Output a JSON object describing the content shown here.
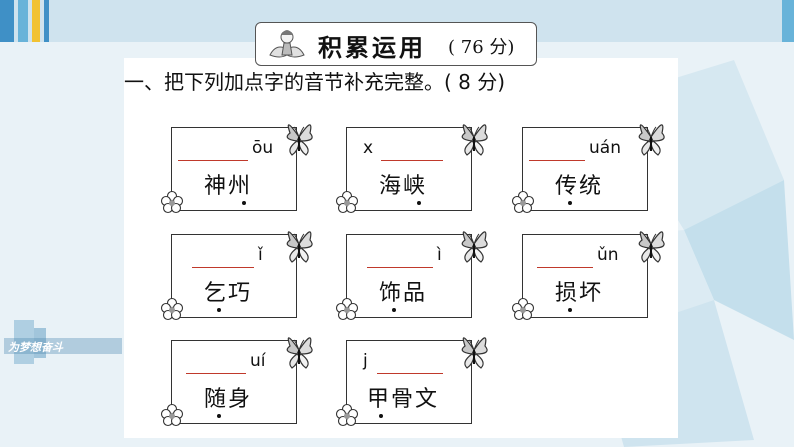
{
  "banner": {
    "title": "积累运用",
    "score": "( 76 分)"
  },
  "question": {
    "text": "一、把下列加点字的音节补充完整。( 8 分)"
  },
  "cards": [
    {
      "pinyin": "ōu",
      "word": "神州"
    },
    {
      "pinyin": "x",
      "word": "海峡"
    },
    {
      "pinyin": "uán",
      "word": "传统"
    },
    {
      "pinyin": "ǐ",
      "word": "乞巧"
    },
    {
      "pinyin": "ì",
      "word": "饰品"
    },
    {
      "pinyin": "ǔn",
      "word": "损坏"
    },
    {
      "pinyin": "uí",
      "word": "随身"
    },
    {
      "pinyin": "j",
      "word": "甲骨文"
    }
  ],
  "watermark": {
    "text": "为梦想奋斗"
  },
  "colors": {
    "blank_line": "#c0392b",
    "accent_blue": "#3f90c6",
    "accent_yellow": "#f1c232"
  }
}
